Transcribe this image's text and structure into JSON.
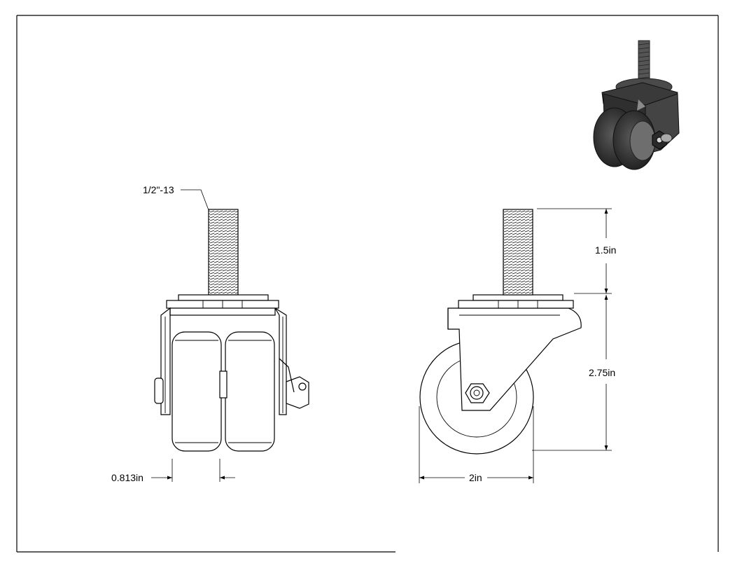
{
  "callouts": {
    "thread_spec": "1/2\"-13"
  },
  "dimensions": {
    "stem_length": "1.5in",
    "overall_height": "2.75in",
    "wheel_diameter": "2in",
    "wheel_width": "0.813in"
  },
  "colors": {
    "line": "#000000",
    "background": "#ffffff",
    "iso_dark": "#3a3a3a",
    "iso_mid": "#6e6e6e",
    "iso_light": "#a8a8a8"
  }
}
